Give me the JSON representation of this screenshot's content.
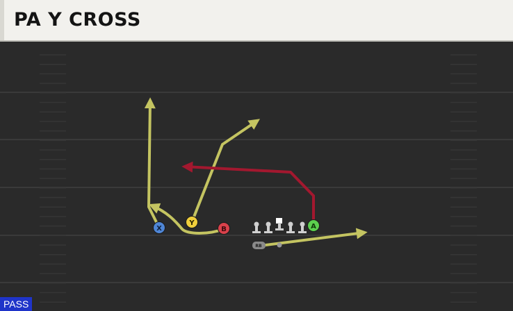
{
  "play": {
    "name": "PA Y CROSS",
    "type_badge": "PASS"
  },
  "players": {
    "x": {
      "label": "X",
      "color": "#4f86d6"
    },
    "y": {
      "label": "Y",
      "color": "#f0cf3c"
    },
    "b": {
      "label": "B",
      "color": "#d9414b"
    },
    "a": {
      "label": "A",
      "color": "#5ccf4e"
    },
    "rb": {
      "label": "RB",
      "color": "#8a8a8a"
    }
  },
  "colors": {
    "field": "#2a2a2a",
    "yard_line": "#3a3a3a",
    "route_primary": "#c4c461",
    "route_option": "#a3182f",
    "lineman": "#d0d0d0"
  }
}
